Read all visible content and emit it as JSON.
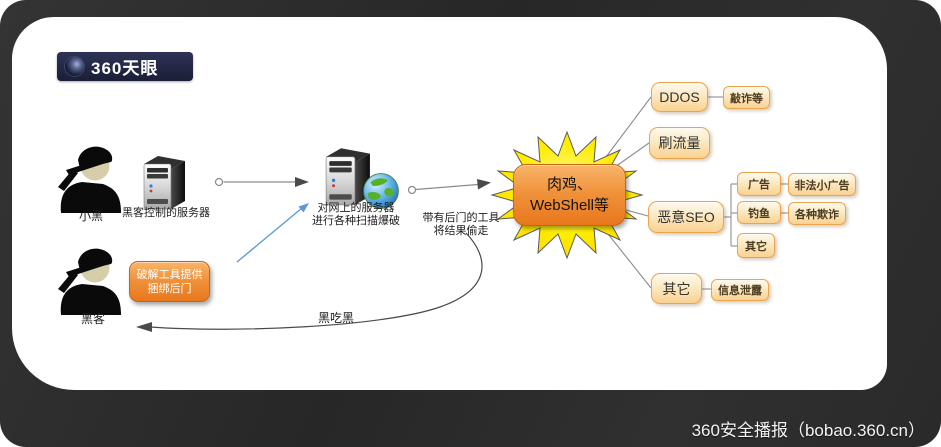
{
  "logo": {
    "text": "360天眼"
  },
  "footer": {
    "credit": "360安全播报（bobao.360.cn）"
  },
  "diagram": {
    "actors": {
      "xiaohei": "小黑",
      "heike": "黑客"
    },
    "labels": {
      "hacker_server": "黑客控制的服务器",
      "scan_line1": "对网上的服务器",
      "scan_line2": "进行各种扫描爆破",
      "steal_line1": "带有后门的工具",
      "steal_line2": "将结果偷走",
      "black_eats_black": "黑吃黑"
    },
    "crack_tool_box": {
      "line1": "破解工具提供",
      "line2": "捆绑后门"
    },
    "star_node": {
      "line1": "肉鸡、",
      "line2": "WebShell等"
    },
    "tree": {
      "branches": [
        {
          "label": "DDOS",
          "children": [
            {
              "label": "敲诈等"
            }
          ]
        },
        {
          "label": "刷流量",
          "children": []
        },
        {
          "label": "恶意SEO",
          "children": [
            {
              "label": "广告",
              "children": [
                {
                  "label": "非法小广告"
                }
              ]
            },
            {
              "label": "钓鱼",
              "children": [
                {
                  "label": "各种欺诈"
                }
              ]
            },
            {
              "label": "其它",
              "children": []
            }
          ]
        },
        {
          "label": "其它",
          "children": [
            {
              "label": "信息泄露"
            }
          ]
        }
      ]
    },
    "colors": {
      "node_fill": "#fbd598",
      "node_border": "#e8a54d",
      "orange_fill": "#ef8222",
      "star_yellow": "#ffee00",
      "arrow_blue": "#5b9bd5",
      "logo_bg": "#232744",
      "frame_bg": "#2d2d2d"
    }
  }
}
